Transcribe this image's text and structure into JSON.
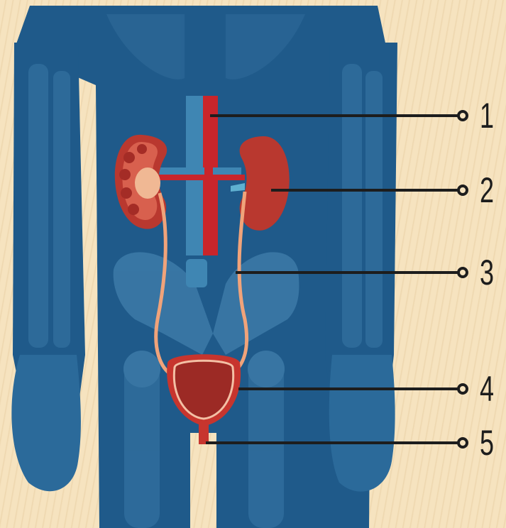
{
  "diagram": {
    "subject": "urinary-system",
    "colors": {
      "background": "#f6e3bf",
      "body": "#1f5a8a",
      "bone": "#2e6d9e",
      "kidney": "#b9382f",
      "vessel_artery": "#c9252b",
      "vessel_vein": "#3f86b3",
      "ureter": "#f0a37a",
      "bladder": "#9c2a25",
      "leader_line": "#1d1d1d"
    },
    "labels": [
      {
        "id": "1",
        "text": "1",
        "structure": "aorta-and-vena-cava"
      },
      {
        "id": "2",
        "text": "2",
        "structure": "kidney"
      },
      {
        "id": "3",
        "text": "3",
        "structure": "ureter"
      },
      {
        "id": "4",
        "text": "4",
        "structure": "bladder"
      },
      {
        "id": "5",
        "text": "5",
        "structure": "urethra"
      }
    ]
  }
}
